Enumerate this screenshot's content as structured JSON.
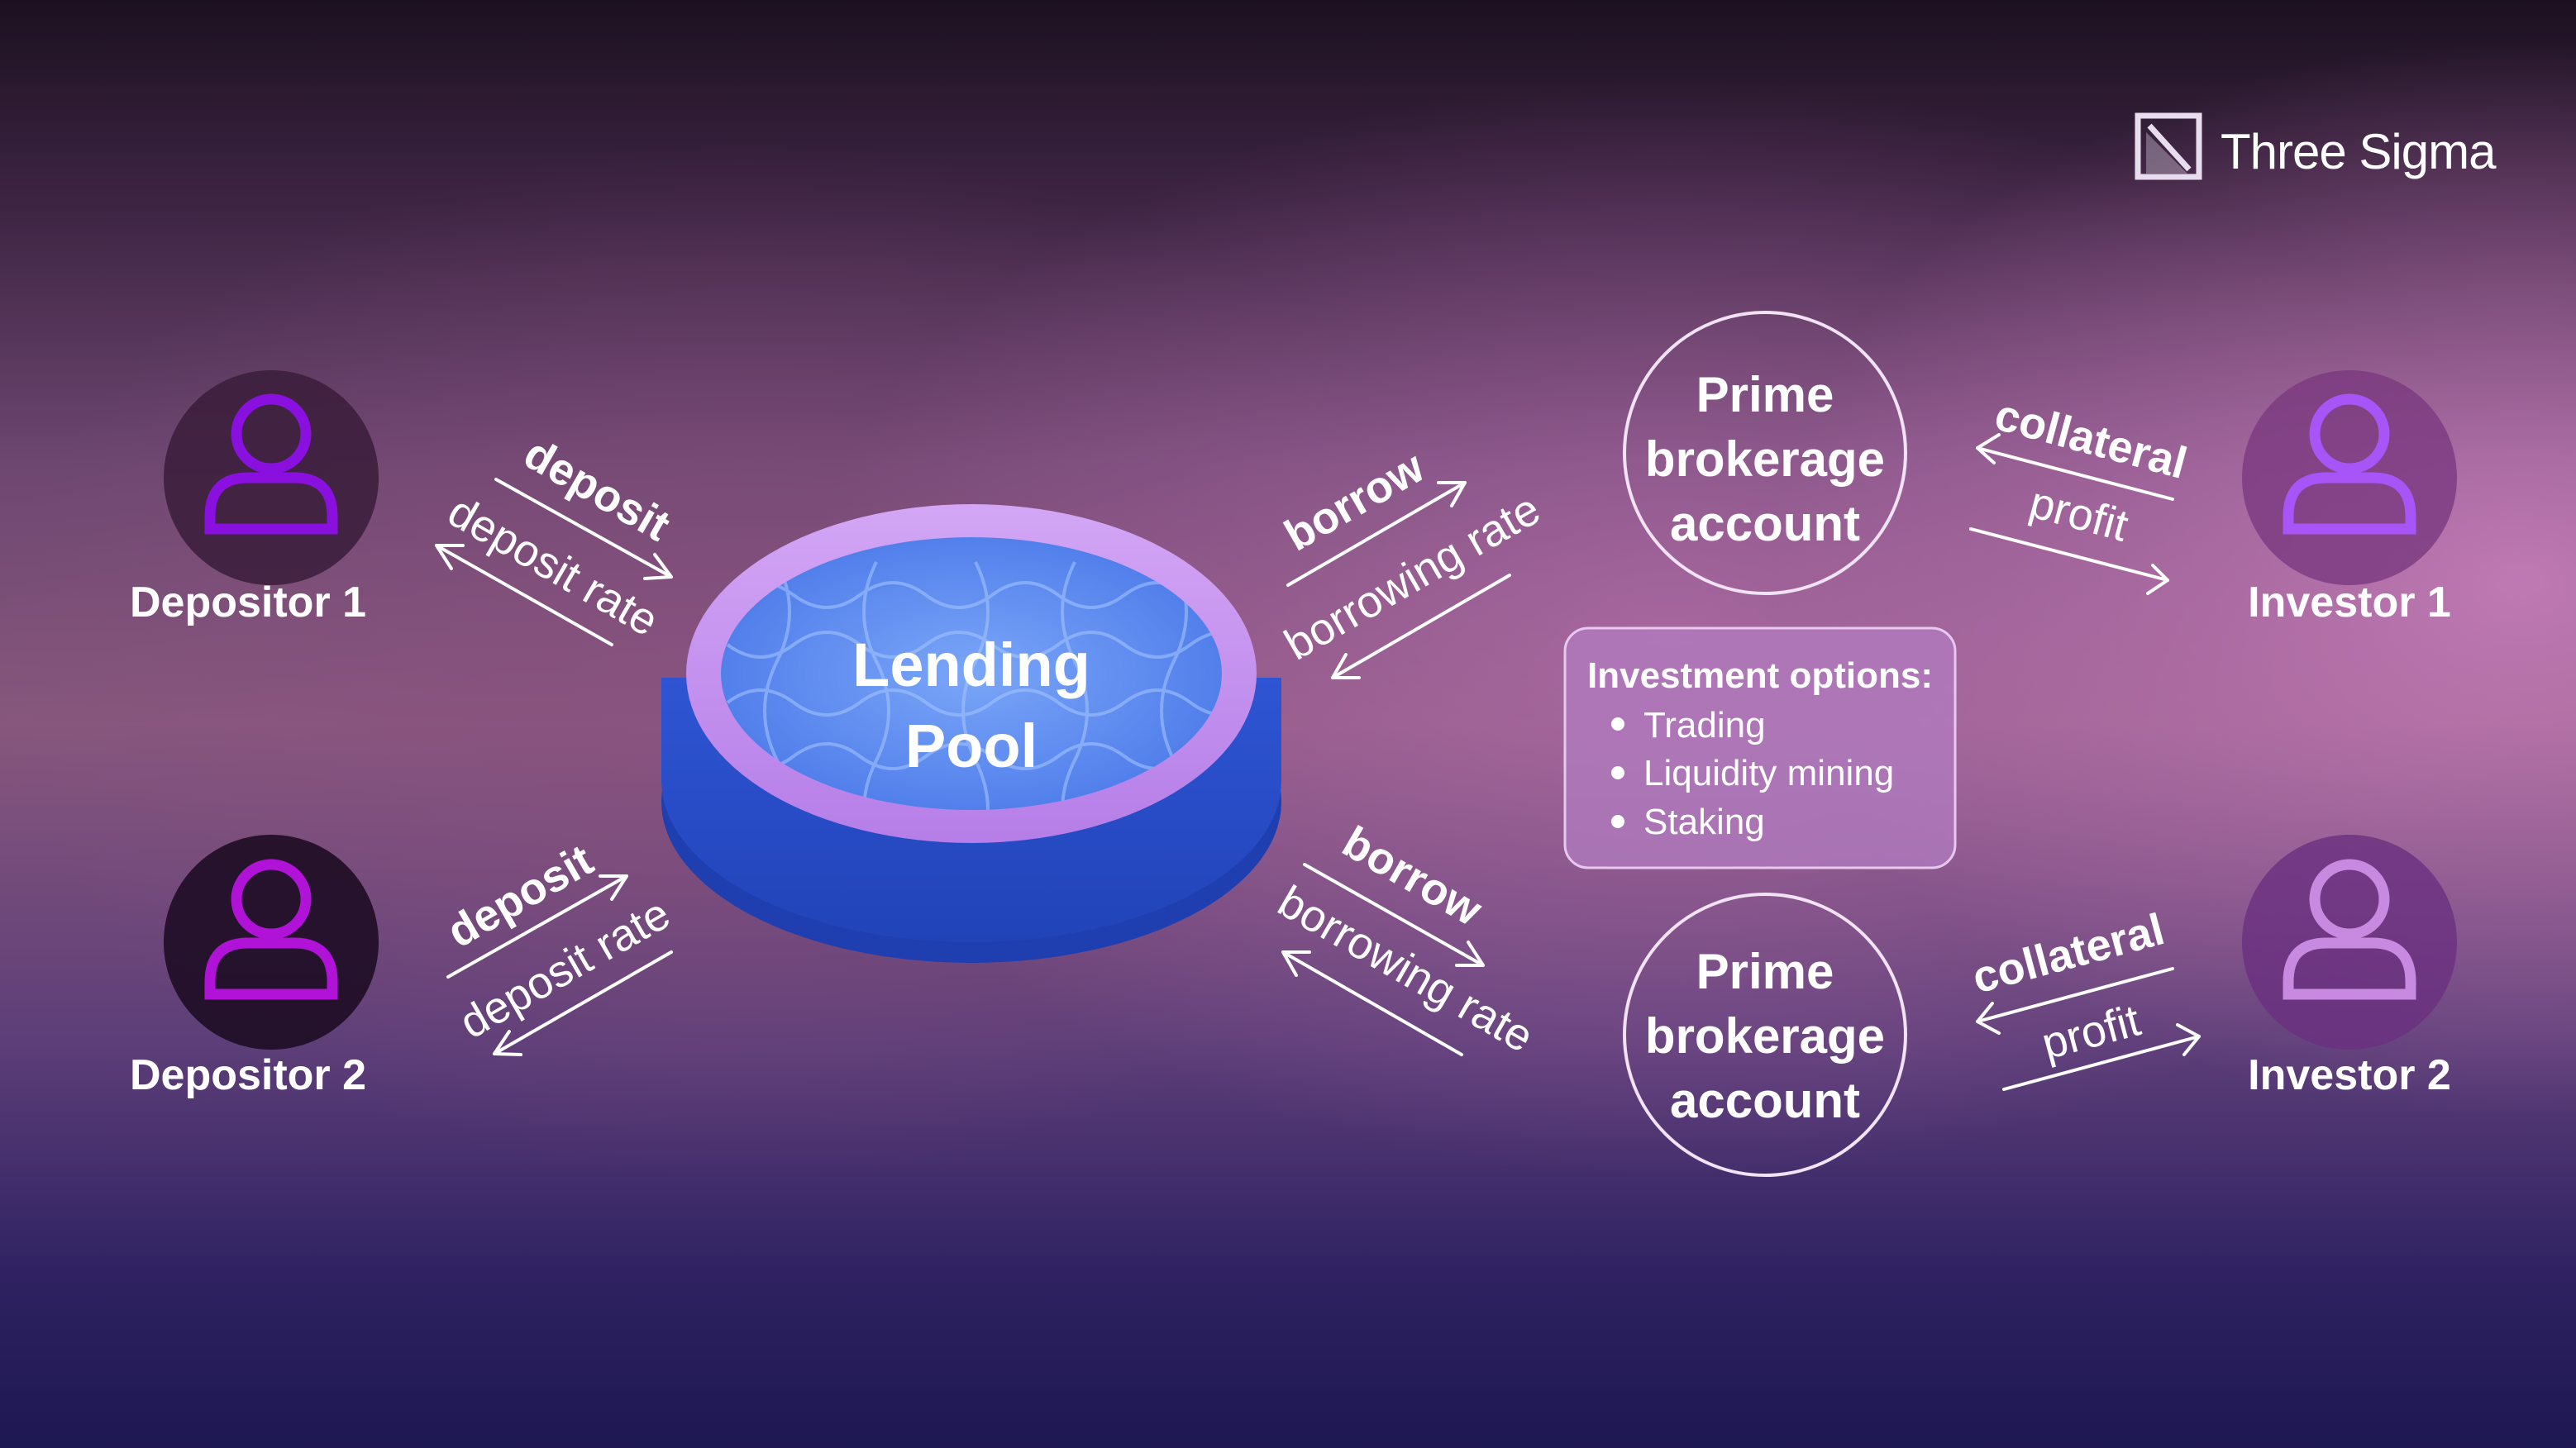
{
  "logo": {
    "text": "Three Sigma"
  },
  "pool": {
    "line1": "Lending",
    "line2": "Pool"
  },
  "depositors": [
    {
      "label": "Depositor 1",
      "icon": "person-icon",
      "color": "#8a10e0"
    },
    {
      "label": "Depositor 2",
      "icon": "person-icon",
      "color": "#b012d8"
    }
  ],
  "investors": [
    {
      "label": "Investor 1",
      "icon": "person-icon",
      "color": "#a855f7"
    },
    {
      "label": "Investor 2",
      "icon": "person-icon",
      "color": "#c88ae0"
    }
  ],
  "flows": {
    "deposit": "deposit",
    "deposit_rate": "deposit rate",
    "borrow": "borrow",
    "borrowing_rate": "borrowing rate",
    "collateral": "collateral",
    "profit": "profit"
  },
  "prime_brokerage": {
    "line1": "Prime",
    "line2": "brokerage",
    "line3": "account"
  },
  "investment_options": {
    "title": "Investment options:",
    "items": [
      "Trading",
      "Liquidity mining",
      "Staking"
    ]
  },
  "colors": {
    "pool_rim": "#c08cf0",
    "pool_water": "#5a8cf0",
    "pool_base": "#2a4fcf",
    "box_fill": "#b27cc0"
  }
}
